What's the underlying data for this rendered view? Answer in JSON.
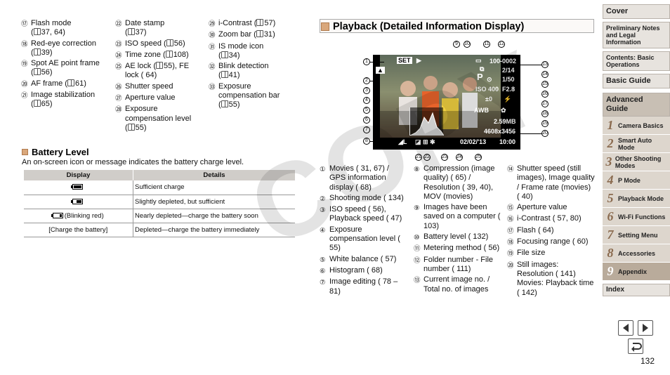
{
  "top_items_col1": [
    {
      "num": "⑰",
      "text": "Flash mode",
      "ref": "37, 64"
    },
    {
      "num": "⑱",
      "text": "Red-eye correction",
      "ref": "39"
    },
    {
      "num": "⑲",
      "text": "Spot AE point frame",
      "ref": "56"
    },
    {
      "num": "⑳",
      "text": "AF frame",
      "ref": "61"
    },
    {
      "num": "㉑",
      "text": "Image stabilization",
      "ref": "65"
    }
  ],
  "top_items_col2": [
    {
      "num": "㉒",
      "text": "Date stamp",
      "ref": "37"
    },
    {
      "num": "㉓",
      "text": "ISO speed",
      "ref": "56"
    },
    {
      "num": "㉔",
      "text": "Time zone",
      "ref": "108"
    },
    {
      "num": "㉕",
      "text": "AE lock (",
      "ref": "55), FE lock ( 64)"
    },
    {
      "num": "㉖",
      "text": "Shutter speed",
      "ref": ""
    },
    {
      "num": "㉗",
      "text": "Aperture value",
      "ref": ""
    },
    {
      "num": "㉘",
      "text": "Exposure compensation level",
      "ref": "55"
    }
  ],
  "top_items_col3": [
    {
      "num": "㉙",
      "text": "i-Contrast",
      "ref": "57"
    },
    {
      "num": "㉚",
      "text": "Zoom bar",
      "ref": "31"
    },
    {
      "num": "㉛",
      "text": "IS mode icon",
      "ref": "34"
    },
    {
      "num": "㉜",
      "text": "Blink detection",
      "ref": "41"
    },
    {
      "num": "㉝",
      "text": "Exposure compensation bar",
      "ref": "55"
    }
  ],
  "battery": {
    "title": "Battery Level",
    "desc": "An on-screen icon or message indicates the battery charge level.",
    "headers": [
      "Display",
      "Details"
    ],
    "rows": [
      {
        "display": "",
        "details": "Sufficient charge"
      },
      {
        "display": "",
        "details": "Slightly depleted, but sufficient"
      },
      {
        "display": "(Blinking red)",
        "details": "Nearly depleted—charge the battery soon"
      },
      {
        "display": "[Charge the battery]",
        "details": "Depleted—charge the battery immediately"
      }
    ]
  },
  "playback": {
    "title": "Playback (Detailed Information Display)",
    "screen": {
      "set": "SET",
      "folder": "100-0002",
      "count": "2/14",
      "shutter": "1/50",
      "aperture": "F2.8",
      "exp": "±0",
      "iso": "400",
      "size": "2.59MB",
      "res": "4608x3456",
      "date": "02/02/'13",
      "time": "10:00",
      "mode": "P",
      "awb": "AWB"
    }
  },
  "legend_col1": [
    {
      "num": "①",
      "text": "Movies ( 31, 67) / GPS information display ( 68)"
    },
    {
      "num": "②",
      "text": "Shooting mode ( 134)"
    },
    {
      "num": "③",
      "text": "ISO speed ( 56), Playback speed ( 47)"
    },
    {
      "num": "④",
      "text": "Exposure compensation level ( 55)"
    },
    {
      "num": "⑤",
      "text": "White balance ( 57)"
    },
    {
      "num": "⑥",
      "text": "Histogram ( 68)"
    },
    {
      "num": "⑦",
      "text": "Image editing ( 78 – 81)"
    }
  ],
  "legend_col2": [
    {
      "num": "⑧",
      "text": "Compression (image quality) ( 65) / Resolution ( 39, 40), MOV (movies)"
    },
    {
      "num": "⑨",
      "text": "Images have been saved on a computer ( 103)"
    },
    {
      "num": "⑩",
      "text": "Battery level ( 132)"
    },
    {
      "num": "⑪",
      "text": "Metering method ( 56)"
    },
    {
      "num": "⑫",
      "text": "Folder number - File number ( 111)"
    },
    {
      "num": "⑬",
      "text": "Current image no. / Total no. of images"
    }
  ],
  "legend_col3": [
    {
      "num": "⑭",
      "text": "Shutter speed (still images), Image quality / Frame rate (movies) ( 40)"
    },
    {
      "num": "⑮",
      "text": "Aperture value"
    },
    {
      "num": "⑯",
      "text": "i-Contrast ( 57, 80)"
    },
    {
      "num": "⑰",
      "text": "Flash ( 64)"
    },
    {
      "num": "⑱",
      "text": "Focusing range ( 60)"
    },
    {
      "num": "⑲",
      "text": "File size"
    },
    {
      "num": "⑳",
      "text": "Still images: Resolution ( 141) Movies: Playback time ( 142)"
    }
  ],
  "nav": {
    "cover": "Cover",
    "prelim": "Preliminary Notes and Legal Information",
    "contents": "Contents: Basic Operations",
    "basic": "Basic Guide",
    "advanced": "Advanced Guide",
    "chapters": [
      {
        "num": "1",
        "label": "Camera Basics"
      },
      {
        "num": "2",
        "label": "Smart Auto Mode"
      },
      {
        "num": "3",
        "label": "Other Shooting Modes"
      },
      {
        "num": "4",
        "label": "P Mode"
      },
      {
        "num": "5",
        "label": "Playback Mode"
      },
      {
        "num": "6",
        "label": "Wi-Fi Functions"
      },
      {
        "num": "7",
        "label": "Setting Menu"
      },
      {
        "num": "8",
        "label": "Accessories"
      },
      {
        "num": "9",
        "label": "Appendix"
      }
    ],
    "index": "Index"
  },
  "watermark": "COPY",
  "page_number": "132"
}
